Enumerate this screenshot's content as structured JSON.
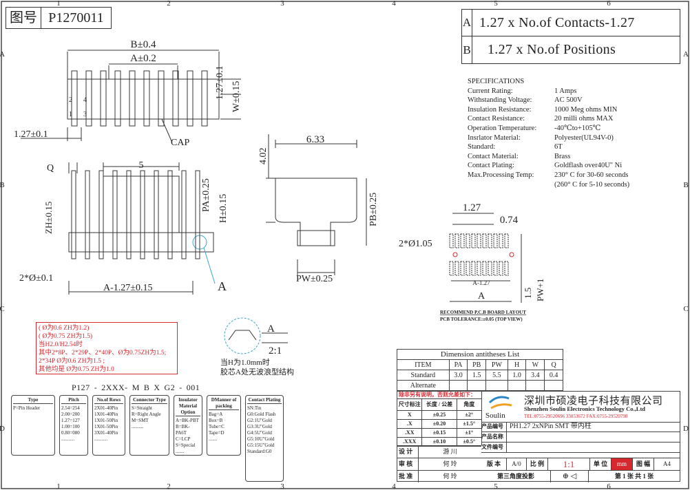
{
  "header": {
    "label": "图号",
    "number": "P1270011"
  },
  "formulas": [
    {
      "letter": "A",
      "expr": "1.27 x No.of Contacts-1.27"
    },
    {
      "letter": "B",
      "expr": "1.27 x No.of Positions"
    }
  ],
  "grid": {
    "columns": [
      "1",
      "2",
      "3",
      "4",
      "5",
      "6"
    ],
    "rows": [
      "A",
      "B",
      "C",
      "D"
    ]
  },
  "specifications": {
    "heading": "SPECIFICATIONS",
    "items": [
      {
        "label": "Current Rating:",
        "value": "1 Amps"
      },
      {
        "label": "Withstanding Voltage:",
        "value": "AC  500V"
      },
      {
        "label": "Insulation Resistance:",
        "value": "1000 Meg ohms MIN"
      },
      {
        "label": "Contact Resistance:",
        "value": "20 milli ohms MAX"
      },
      {
        "label": "Operation Temperature:",
        "value": "-40℃to+105℃"
      },
      {
        "label": "Insrlator Material:",
        "value": "Polyester(UL94V-0)"
      },
      {
        "label": "Standard:",
        "value": "6T"
      },
      {
        "label": "Contact Material:",
        "value": "Brass"
      },
      {
        "label": "Contact Plating:",
        "value": "Goldflash over40U\" Ni"
      },
      {
        "label": "Max.Processing Temp:",
        "value": "230° C for 30-60 seconds"
      },
      {
        "label": "",
        "value": "(260° C for  5-10 seconds)"
      }
    ]
  },
  "drawing_labels": {
    "top_view": {
      "b": "B±0.4",
      "a": "A±0.2",
      "h1": "1.27±0.1",
      "w": "W±0.15",
      "pitch": "1.27±0.1",
      "cap": "CAP",
      "pins_top": [
        "2",
        "4"
      ],
      "pins_bottom": [
        "1",
        "3"
      ]
    },
    "front_view": {
      "q": "Q",
      "five": "5",
      "pa": "PA±0.25",
      "h": "H±0.15",
      "zh": "ZH±0.15",
      "hole": "2*Ø±0.1",
      "a_len": "A-1.27±0.15",
      "callout": "A"
    },
    "side_view": {
      "w": "6.33",
      "h": "4.02",
      "pb": "PB±0.25",
      "pw": "PW±0.25"
    },
    "pcb": {
      "pitch": "1.27",
      "pad": "0.74",
      "holes": "2*Ø1.05",
      "inner": "A-1.27",
      "a": "A",
      "h": "1.5",
      "pw1": "PW+1",
      "title": "RECOMMEND P.C.B BOARD LAYOUT",
      "tolerance": "PCB TOLERANCE:±0.05 (TOP VIEW)"
    },
    "detail": {
      "label": "A",
      "scale": "2:1",
      "note1": "当H为1.0mm时",
      "note2": "胶芯A处无波浪型结构"
    }
  },
  "notes_box": {
    "lines": [
      "( Ø为0.6  ZH为1.2)",
      "( Ø为0.75  ZH为1.5)",
      "当H2.0/H2.54时",
      "其中2*8P、2*29P、2*40P、Ø为0.75ZH为1.5;",
      "2*34P  Ø为0.6 ZH为1.5 ;",
      "其他均是 Ø为0.75 ZH为1.0"
    ]
  },
  "part_code": {
    "code": [
      "P127",
      "-",
      "2XXX-",
      "M",
      "B",
      "X",
      "G2",
      "-",
      "001"
    ],
    "boxes": [
      {
        "title": "Type",
        "lines": [
          "P=Pin Header"
        ]
      },
      {
        "title": "Pitch",
        "lines": [
          "2.54=254",
          "2.00=200",
          "1.27=127",
          "1.00=100",
          "0.80=080",
          "..........."
        ]
      },
      {
        "title": "No.of Rows",
        "lines": [
          "2X01-40Pin",
          "1X01-40Pin",
          "1X01-50Pin",
          "1X01-50Pin",
          "3X01-40Pin",
          "..........."
        ]
      },
      {
        "title": "Connector Type",
        "lines": [
          "S=Straight",
          "R=Right Angle",
          "M=SMT",
          ".........."
        ]
      },
      {
        "title": "Insulator Material Option",
        "lines": [
          "A=BK-PBT",
          "B=BK-PA6T",
          "C=LCP",
          "S=Special",
          "......."
        ]
      },
      {
        "title": "DManner of packing",
        "lines": [
          "Bag=A",
          "Box=B",
          "Tube=C",
          "Tape=D",
          "......."
        ]
      },
      {
        "title": "Contact Plating",
        "lines": [
          "SN:Tin",
          "G0:Gold Flash",
          "G2:1U\"Gold",
          "G3:3U\"Gold",
          "G4:5U\"Gold",
          "G5:10U\"Gold",
          "G5:15U\"Gold",
          "Standard:G0"
        ]
      }
    ]
  },
  "dimension_table": {
    "title": "Dimension antitheses List",
    "columns": [
      "ITEM",
      "PA",
      "PB",
      "PW",
      "H",
      "W",
      "Q"
    ],
    "rows": [
      [
        "Standard",
        "3.0",
        "1.5",
        "5.5",
        "1.0",
        "3.4",
        "0.4"
      ],
      [
        "Alternate",
        "",
        "",
        "",
        "",
        "",
        ""
      ]
    ]
  },
  "title_block": {
    "tolerance_header": "除非另有说明，否则允差如下：",
    "size_label": "尺寸标注",
    "tol_head": "公差",
    "len_head": "长度",
    "ang_head": "角度",
    "tol_rows": [
      [
        "X",
        "±0.25",
        "±2°"
      ],
      [
        ".X",
        "±0.20",
        "±1.5°"
      ],
      [
        ".XX",
        "±0.15",
        "±1°"
      ],
      [
        ".XXX",
        "±0.10",
        "±0.5°"
      ]
    ],
    "company_cn": "深圳市硕凌电子科技有限公司",
    "company_en": "Shenzhen Soulin Electronics Technology Co.,Ltd",
    "contact": "TEL:0755-29520696 33853672   FAX:0755-29520798",
    "logo_text": "Soulin",
    "product_no_label": "产品编号",
    "product_no": "PH1.27 2xNPin  SMT 带内柱",
    "product_name_label": "产品名称",
    "file_no_label": "文件编号",
    "design_label": "设 计",
    "design_by": "游 川",
    "review_label": "审 核",
    "review_by": "何 玲",
    "approve_label": "批 准",
    "approve_by": "何 玲",
    "version_label": "版 本",
    "version": "A/0",
    "scale_label": "比 例",
    "scale": "1:1",
    "unit_label": "单 位",
    "unit": "mm",
    "format_label": "图 幅",
    "format": "A4",
    "projection": "第三角度投影",
    "sheet": "第 1 张 共 1 张"
  }
}
